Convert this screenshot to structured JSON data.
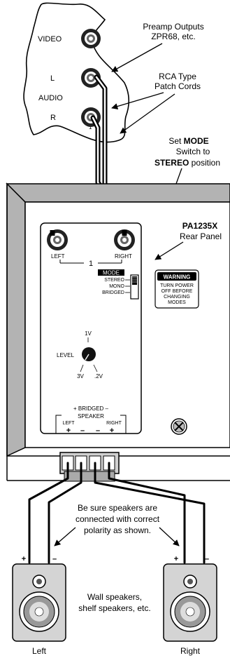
{
  "preamp": {
    "video_label": "VIDEO",
    "l_label": "L",
    "audio_label": "AUDIO",
    "r_label": "R",
    "channel_number": "1"
  },
  "callouts": {
    "preamp_outputs_line1": "Preamp Outputs",
    "preamp_outputs_line2": "ZPR68, etc.",
    "rca_line1": "RCA Type",
    "rca_line2": "Patch Cords",
    "set_prefix": "Set ",
    "mode_word": "MODE",
    "switch_to": "Switch  to",
    "stereo_word": "STEREO",
    "position_word": " position"
  },
  "panel": {
    "model": "PA1235X",
    "rear_panel": "Rear Panel",
    "left_input": "LEFT",
    "right_input": "RIGHT",
    "channel_number": "1",
    "mode_title": "MODE",
    "mode_options": [
      "STEREO",
      "MONO",
      "BRIDGED"
    ],
    "level_label": "LEVEL",
    "level_marks": [
      "1V",
      "3V",
      ".2V"
    ],
    "bridged_label": "+ BRIDGED –",
    "speaker_label": "SPEAKER",
    "speaker_left": "LEFT",
    "speaker_right": "RIGHT",
    "terminal_signs": [
      "+",
      "–",
      "–",
      "+"
    ],
    "warning_title": "WARNING",
    "warning_lines": [
      "TURN POWER",
      "OFF BEFORE",
      "CHANGING",
      "MODES"
    ]
  },
  "speakers": {
    "polarity_lines": [
      "Be sure speakers are",
      "connected with correct",
      "polarity as shown."
    ],
    "types_lines": [
      "Wall speakers,",
      "shelf speakers, etc."
    ],
    "left_name": "Left",
    "right_name": "Right",
    "left_plus": "+",
    "left_minus": "–",
    "right_plus": "+",
    "right_minus": "–"
  }
}
